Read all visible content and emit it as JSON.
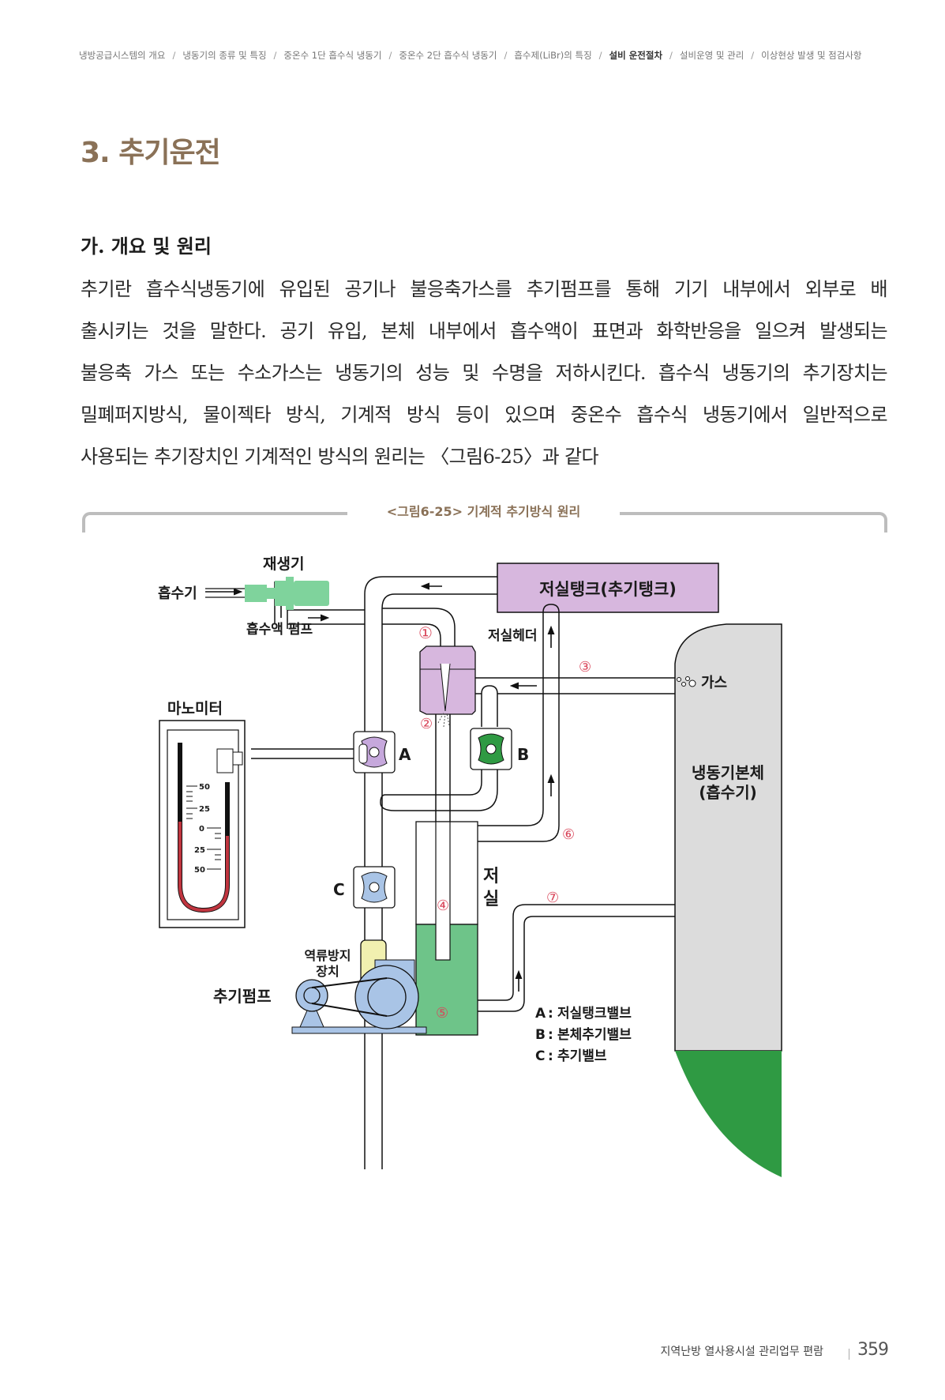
{
  "breadcrumb": {
    "items": [
      {
        "label": "냉방공급시스템의 개요",
        "active": false
      },
      {
        "label": "냉동기의 종류 및 특징",
        "active": false
      },
      {
        "label": "중온수 1단 흡수식 냉동기",
        "active": false
      },
      {
        "label": "중온수 2단 흡수식 냉동기",
        "active": false
      },
      {
        "label": "흡수제(LiBr)의 특징",
        "active": false
      },
      {
        "label": "설비 운전절차",
        "active": true
      },
      {
        "label": "설비운영 및 관리",
        "active": false
      },
      {
        "label": "이상현상 발생 및 점검사항",
        "active": false
      }
    ],
    "separator": "/"
  },
  "section_title": "3. 추기운전",
  "sub_heading": "가. 개요 및 원리",
  "body_lines": [
    "추기란 흡수식냉동기에 유입된 공기나 불응축가스를 추기펌프를 통해 기기 내부에서 외부로 배",
    "출시키는 것을 말한다. 공기 유입, 본체 내부에서 흡수액이 표면과 화학반응을 일으켜 발생되는",
    "불응축 가스 또는 수소가스는 냉동기의 성능 및 수명을 저하시킨다. 흡수식 냉동기의 추기장치는",
    "밀폐퍼지방식, 물이젝타 방식, 기계적 방식 등이 있으며 중온수 흡수식 냉동기에서 일반적으로",
    "사용되는 추기장치인 기계적인 방식의 원리는 〈그림6-25〉과 같다"
  ],
  "figure": {
    "caption": "<그림6-25> 기계적 추기방식 원리",
    "labels": {
      "regenerator": "재생기",
      "absorber_in": "흡수기",
      "solution_pump": "흡수액 펌프",
      "purge_tank": "저실탱크(추기탱크)",
      "purge_header": "저실헤더",
      "gas": "가스",
      "manometer": "마노미터",
      "check_device_1": "역류방지",
      "check_device_2": "장치",
      "purge_pump": "추기펌프",
      "storage_1": "저",
      "storage_2": "실",
      "chiller_body_1": "냉동기본체",
      "chiller_body_2": "(흡수기)",
      "valve_a": "A",
      "valve_b": "B",
      "valve_c": "C"
    },
    "step_markers": [
      "①",
      "②",
      "③",
      "④",
      "⑤",
      "⑥",
      "⑦"
    ],
    "manometer_scale": [
      "50",
      "25",
      "0",
      "25",
      "50"
    ],
    "legend": [
      {
        "key": "A",
        "text": "저실탱크밸브"
      },
      {
        "key": "B",
        "text": "본체추기밸브"
      },
      {
        "key": "C",
        "text": "추기밸브"
      }
    ],
    "colors": {
      "purge_tank": "#d7b7de",
      "valve_a": "#c6a8dc",
      "valve_b": "#2f9a43",
      "valve_c": "#a9c4e6",
      "solution_pump": "#7fd39c",
      "check_device": "#f1f0b0",
      "chiller_body": "#dcdcdc",
      "liquid": "#2f9a43",
      "storage_liquid": "#6ec489",
      "manometer_fluid": "#c0353f",
      "purge_pump": "#a9c4e6"
    }
  },
  "footer": {
    "book_title": "지역난방 열사용시설 관리업무 편람",
    "page_number": "359"
  }
}
